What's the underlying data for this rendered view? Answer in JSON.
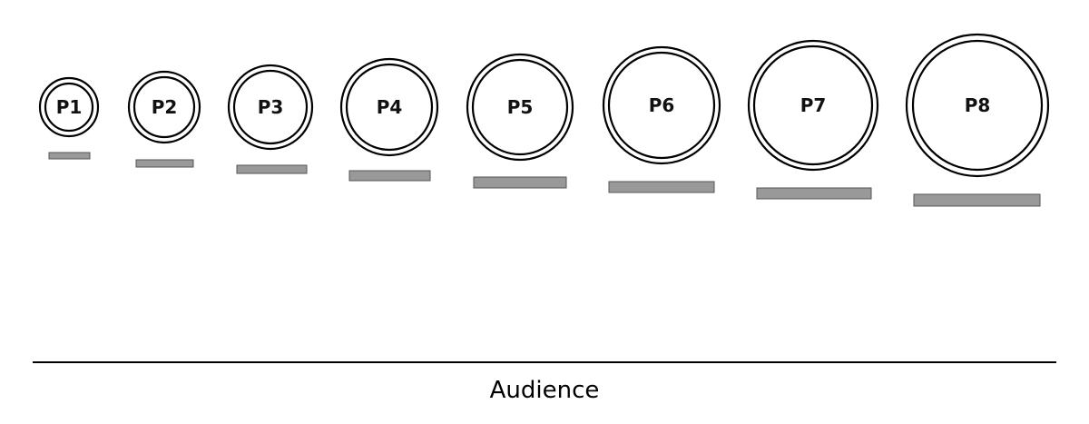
{
  "persons": [
    {
      "label": "P1"
    },
    {
      "label": "P2"
    },
    {
      "label": "P3"
    },
    {
      "label": "P4"
    },
    {
      "label": "P5"
    },
    {
      "label": "P6"
    },
    {
      "label": "P7"
    },
    {
      "label": "P8"
    }
  ],
  "audience": {
    "label": "Audience"
  },
  "colors": {
    "circle_stroke": "#000000",
    "bar_fill": "#999999",
    "bar_stroke": "#555555",
    "line": "#000000"
  }
}
